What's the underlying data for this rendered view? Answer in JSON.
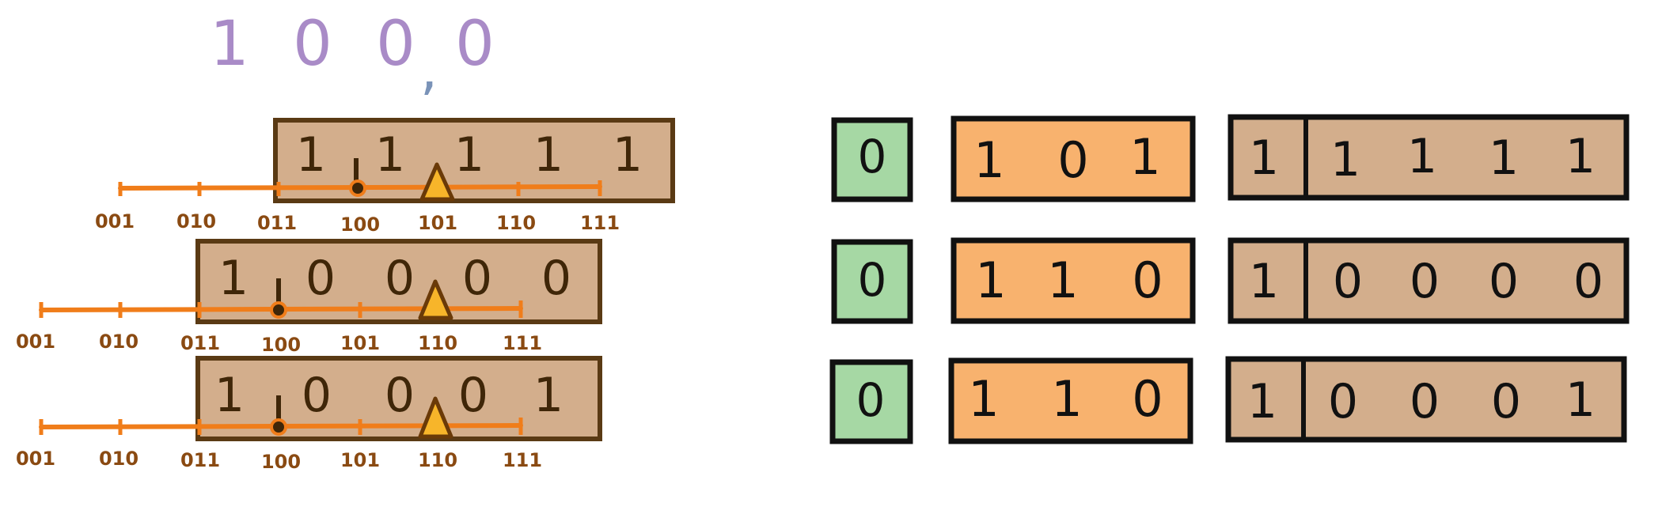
{
  "title": {
    "digits": [
      "1",
      "0",
      "0",
      "0"
    ],
    "separator": ","
  },
  "tick_labels": [
    "001",
    "010",
    "011",
    "100",
    "101",
    "110",
    "111"
  ],
  "left_rows": [
    {
      "digits": [
        "1",
        "1",
        "1",
        "1",
        "1"
      ]
    },
    {
      "digits": [
        "1",
        "0",
        "0",
        "0",
        "0"
      ]
    },
    {
      "digits": [
        "1",
        "0",
        "0",
        "0",
        "1"
      ]
    }
  ],
  "right_rows": [
    {
      "sign": "0",
      "exponent": [
        "1",
        "0",
        "1"
      ],
      "lead": "1",
      "mantissa": [
        "1",
        "1",
        "1",
        "1"
      ]
    },
    {
      "sign": "0",
      "exponent": [
        "1",
        "1",
        "0"
      ],
      "lead": "1",
      "mantissa": [
        "0",
        "0",
        "0",
        "0"
      ]
    },
    {
      "sign": "0",
      "exponent": [
        "1",
        "1",
        "0"
      ],
      "lead": "1",
      "mantissa": [
        "0",
        "0",
        "0",
        "1"
      ]
    }
  ],
  "colors": {
    "title": "#a98bc7",
    "separator": "#7a93b8",
    "box_fill": "#d3ae8c",
    "box_stroke": "#5a3a14",
    "ruler": "#f07d1a",
    "tick_label": "#8a4a12",
    "pointer": "#f7b52a",
    "sign_fill": "#a6d8a4",
    "exponent_fill": "#f8b26e",
    "mantissa_fill": "#d3ae8c",
    "outline": "#111111"
  }
}
